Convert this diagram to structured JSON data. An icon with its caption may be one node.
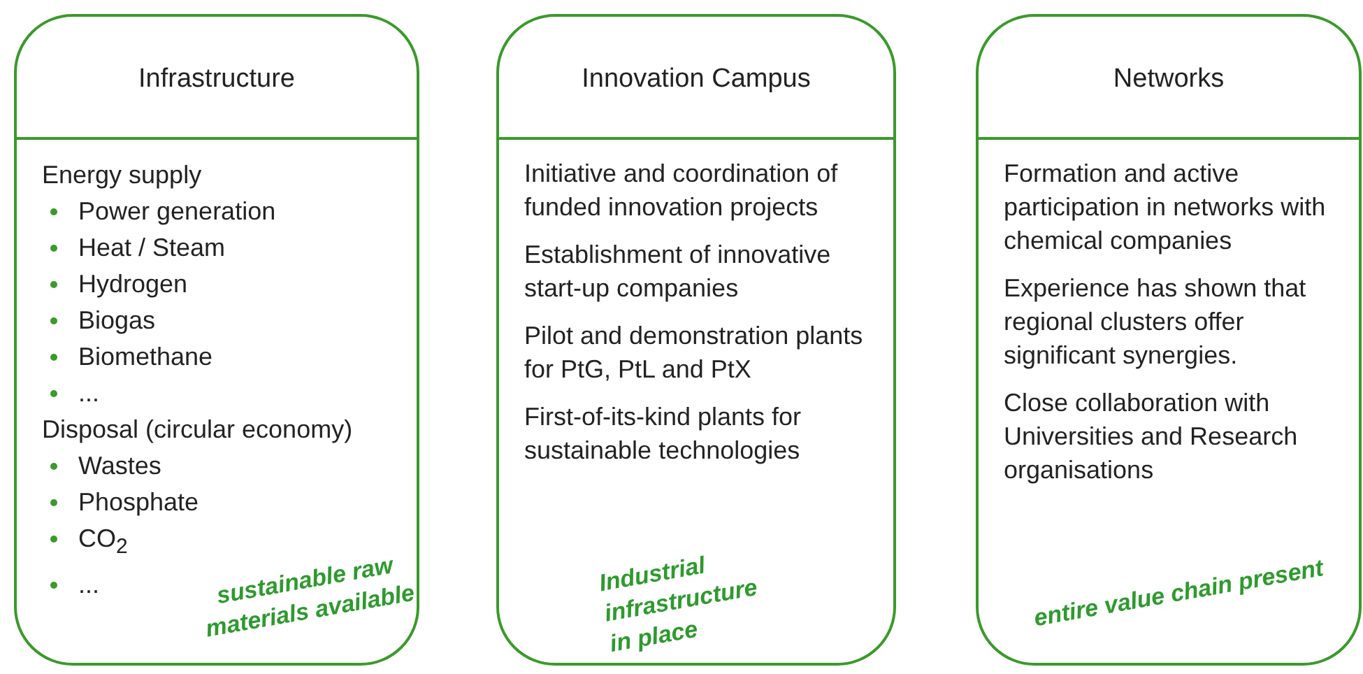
{
  "diagram": {
    "nodes": [
      {
        "text": [
          "Infrastructure",
          "Energy supply",
          "Power generation",
          "Heat / Steam",
          "Hydrogen",
          "Biogas",
          "Biomethane",
          "...",
          "Disposal (circular economy)",
          "Wastes",
          "Phosphate",
          "CO$_{2}$",
          "...",
          "sustainable raw materials available"
        ]
      },
      {
        "text": [
          "Innovation Campus",
          "Initiative and coordination of funded innovation projects",
          "Establishment of innovative start-up companies",
          "Pilot and demonstration plants for PtG, PtL and PtX",
          "First-of-its-kind plants for sustainable technologies",
          "Industrial infrastructure in place"
        ]
      },
      {
        "text": [
          "Networks",
          "Formation and active participation in networks with chemical companies",
          "Experience has shown that regional clusters offer significant synergies.",
          "Close collaboration with Universities and Research organisations",
          "entire value chain present"
        ]
      }
    ]
  }
}
